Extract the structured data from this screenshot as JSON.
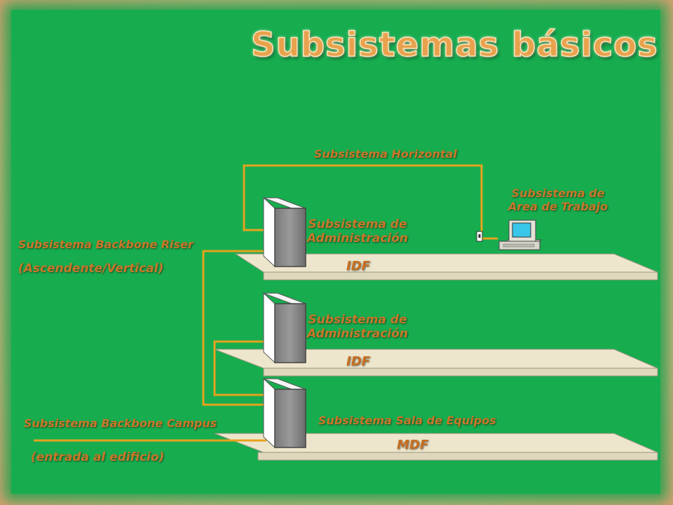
{
  "title": "Subsistemas básicos",
  "labels": {
    "horizontal": "Subsistema Horizontal",
    "work_area_line1": "Subsistema de",
    "work_area_line2": "Area de Trabajo",
    "admin_top_line1": "Subsistema de",
    "admin_top_line2": "Administración",
    "admin_mid_line1": "Subsistema de",
    "admin_mid_line2": "Administración",
    "backbone_riser": "Subsistema Backbone Riser",
    "backbone_riser_sub": "(Ascendente/Vertical)",
    "equipment_room": "Subsistema Sala de Equipos",
    "backbone_campus": "Subsistema Backbone Campus",
    "backbone_campus_sub": "(entrada al edificio)"
  },
  "floors": [
    {
      "label": "IDF"
    },
    {
      "label": "IDF"
    },
    {
      "label": "MDF"
    }
  ],
  "colors": {
    "background": "#17ad4f",
    "label": "#c8772a",
    "cable": "#e6a21d",
    "floor_top": "#ede6cc",
    "title": "#e8a24e"
  }
}
